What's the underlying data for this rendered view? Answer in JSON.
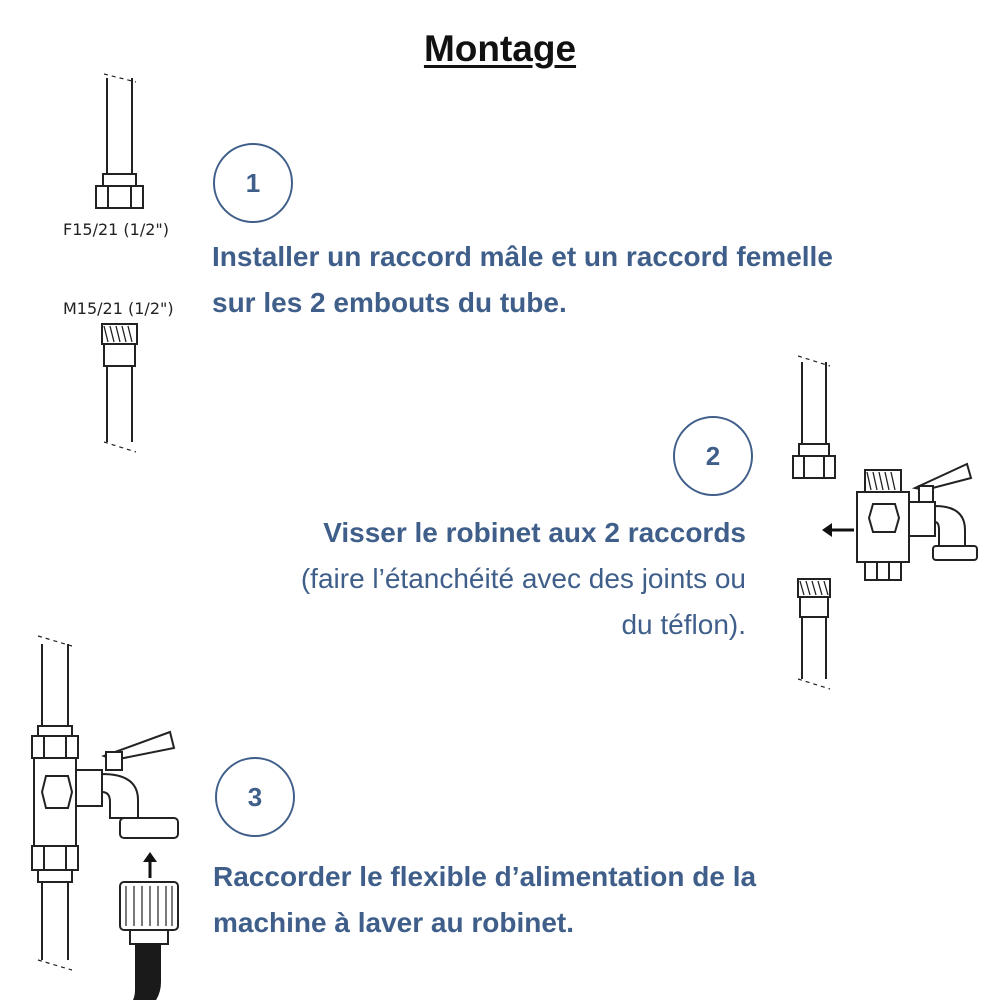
{
  "title": "Montage",
  "steps": [
    {
      "number": "1",
      "text_line1": "Installer un raccord mâle et un raccord femelle",
      "text_line2": "sur les 2 embouts du tube."
    },
    {
      "number": "2",
      "text_bold": "Visser le robinet aux 2 raccords",
      "text_line2": "(faire l’étanchéité avec des joints ou",
      "text_line3": "du téflon)."
    },
    {
      "number": "3",
      "text_line1": "Raccorder le flexible d’alimentation de la",
      "text_line2": "machine à laver au robinet."
    }
  ],
  "labels": {
    "female_fitting": "F15/21 (1/2\")",
    "male_fitting": "M15/21 (1/2\")"
  },
  "colors": {
    "accent": "#3f5f8a",
    "title": "#111111",
    "drawing": "#222222"
  },
  "icons": {
    "arrow_left": "arrow-left-icon",
    "arrow_up": "arrow-up-icon"
  }
}
